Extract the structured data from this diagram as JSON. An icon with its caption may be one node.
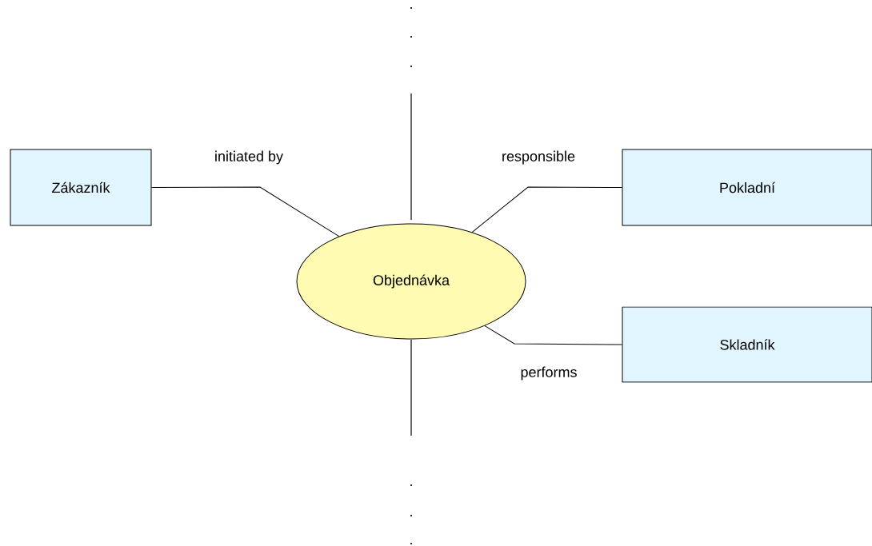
{
  "diagram": {
    "nodes": [
      {
        "text": [
          "Zákazník"
        ]
      },
      {
        "text": [
          "Objednávka"
        ]
      },
      {
        "text": [
          "Pokladní"
        ]
      },
      {
        "text": [
          "Skladník"
        ]
      }
    ],
    "edges": [
      {
        "from": 0,
        "to": 1,
        "arrow": "none",
        "label": "initiated by"
      },
      {
        "from": 1,
        "to": 2,
        "arrow": "none",
        "label": "responsible"
      },
      {
        "from": 1,
        "to": 3,
        "arrow": "none",
        "label": "performs"
      }
    ]
  }
}
